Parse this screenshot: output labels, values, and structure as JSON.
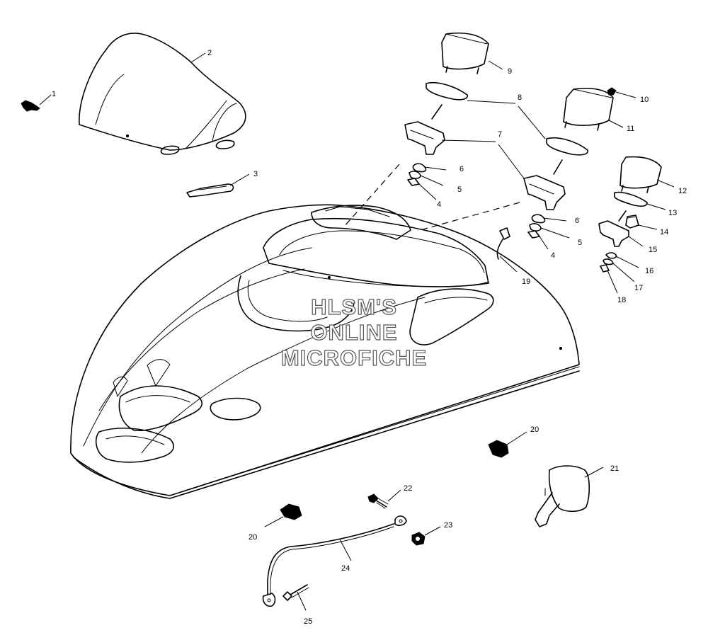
{
  "watermark": {
    "line1": "HLSM'S",
    "line2": "ONLINE",
    "line3": "MICROFICHE"
  },
  "callouts": [
    {
      "id": "c1",
      "label": "1"
    },
    {
      "id": "c2",
      "label": "2"
    },
    {
      "id": "c3",
      "label": "3"
    },
    {
      "id": "c4a",
      "label": "4"
    },
    {
      "id": "c4b",
      "label": "4"
    },
    {
      "id": "c5a",
      "label": "5"
    },
    {
      "id": "c5b",
      "label": "5"
    },
    {
      "id": "c6a",
      "label": "6"
    },
    {
      "id": "c6b",
      "label": "6"
    },
    {
      "id": "c7",
      "label": "7"
    },
    {
      "id": "c8",
      "label": "8"
    },
    {
      "id": "c9",
      "label": "9"
    },
    {
      "id": "c10",
      "label": "10"
    },
    {
      "id": "c11",
      "label": "11"
    },
    {
      "id": "c12",
      "label": "12"
    },
    {
      "id": "c13",
      "label": "13"
    },
    {
      "id": "c14",
      "label": "14"
    },
    {
      "id": "c15",
      "label": "15"
    },
    {
      "id": "c16",
      "label": "16"
    },
    {
      "id": "c17",
      "label": "17"
    },
    {
      "id": "c18",
      "label": "18"
    },
    {
      "id": "c19",
      "label": "19"
    },
    {
      "id": "c20a",
      "label": "20"
    },
    {
      "id": "c20b",
      "label": "20"
    },
    {
      "id": "c21",
      "label": "21"
    },
    {
      "id": "c22",
      "label": "22"
    },
    {
      "id": "c23",
      "label": "23"
    },
    {
      "id": "c24",
      "label": "24"
    },
    {
      "id": "c25",
      "label": "25"
    }
  ]
}
